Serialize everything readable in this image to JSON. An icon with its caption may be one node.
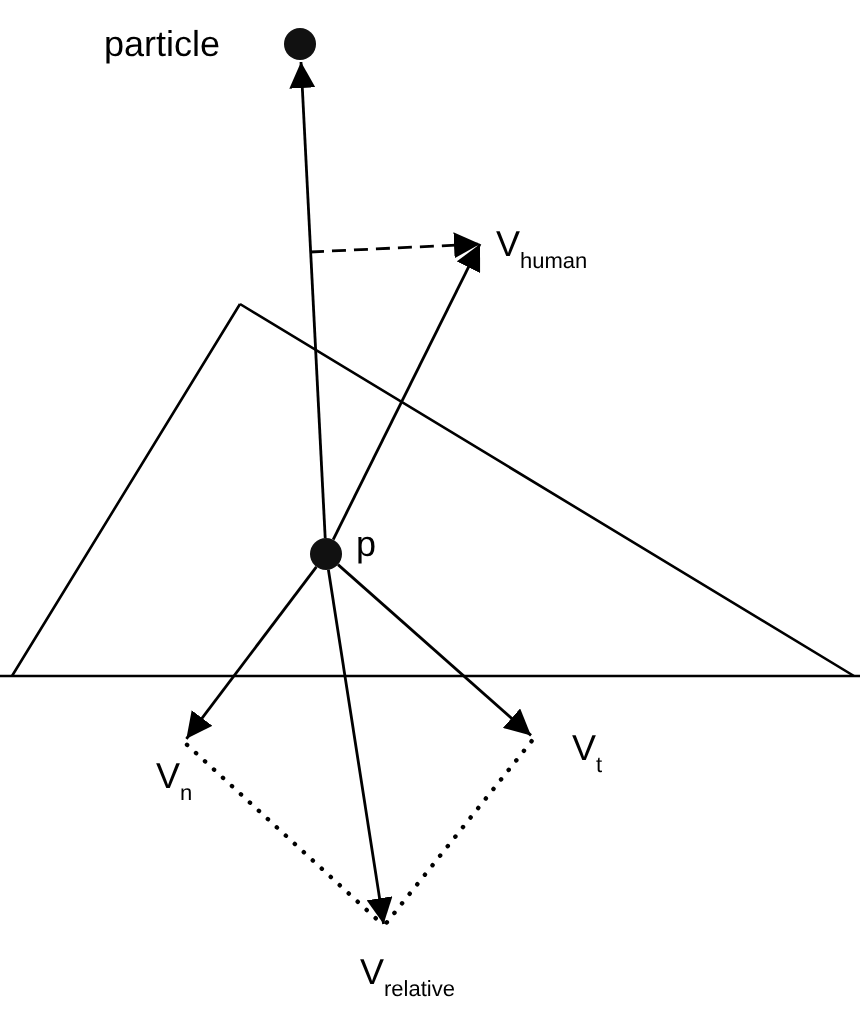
{
  "diagram": {
    "nodes": [
      {
        "text": [
          "particle"
        ]
      },
      {
        "text": [
          "V$_{human}$"
        ]
      },
      {
        "text": [
          "p"
        ]
      },
      {
        "text": [
          "V$_{n}$"
        ]
      },
      {
        "text": [
          "V$_{t}$"
        ]
      },
      {
        "text": [
          "V$_{relative}$"
        ]
      }
    ],
    "edges": [
      {
        "from": 2,
        "to": 0,
        "arrow": "to"
      },
      {
        "from": 2,
        "to": 5,
        "arrow": "to"
      },
      {
        "from": 2,
        "to": 1,
        "arrow": "to"
      },
      {
        "from": null,
        "to": 1,
        "arrow": "to",
        "style": "dashed"
      },
      {
        "from": 2,
        "to": 3,
        "arrow": "to"
      },
      {
        "from": 2,
        "to": 4,
        "arrow": "to"
      },
      {
        "from": 3,
        "to": 5,
        "arrow": "none",
        "style": "dashed"
      },
      {
        "from": 4,
        "to": 5,
        "arrow": "none",
        "style": "dashed"
      }
    ]
  }
}
